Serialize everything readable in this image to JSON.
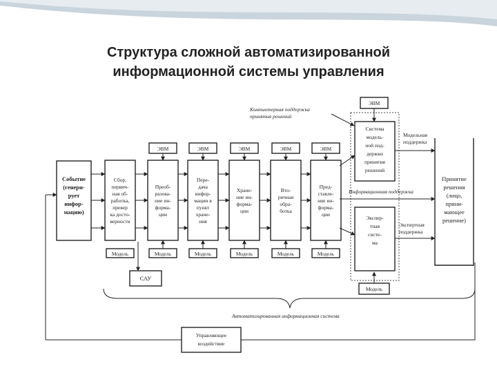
{
  "title": {
    "line1": "Структура сложной автоматизированной",
    "line2": "информационной системы управления"
  },
  "colors": {
    "swoosh": "#c9d4dc",
    "swoosh_light": "#e6ecf0",
    "line": "#222222"
  },
  "diagram": {
    "event_box": [
      "Событие",
      "(генери-",
      "рует",
      "инфор-",
      "мацию)"
    ],
    "stages": [
      {
        "top": "",
        "lines": [
          "Сбор,",
          "первич-",
          "ная об-",
          "работка,",
          "прeвер",
          "ка досто-",
          "верности"
        ],
        "model": ""
      },
      {
        "top": "ЭВМ",
        "lines": [
          "Преоб-",
          "разова-",
          "ние ин-",
          "форма-",
          "ции"
        ],
        "model": "Модель"
      },
      {
        "top": "ЭВМ",
        "lines": [
          "Пере-",
          "дача",
          "инфор-",
          "мации в",
          "пункт",
          "хране-",
          "ния"
        ],
        "model": "Модель"
      },
      {
        "top": "ЭВМ",
        "lines": [
          "Хране-",
          "ние ин-",
          "форма-",
          "ции"
        ],
        "model": "Модель"
      },
      {
        "top": "ЭВМ",
        "lines": [
          "Вто-",
          "ричная",
          "обра-",
          "ботка"
        ],
        "model": "Модель"
      },
      {
        "top": "ЭВМ",
        "lines": [
          "Пред-",
          "ставле-",
          "ние ин-",
          "форма-",
          "ции"
        ],
        "model": "Модель"
      }
    ],
    "first_model": "Модель",
    "cau": "САУ",
    "top_evm": "ЭВМ",
    "decision_support_label": [
      "Компьютерная поддержка",
      "принятия решений"
    ],
    "model_system": [
      "Система",
      "модель-",
      "ной под-",
      "держки",
      "принятия",
      "решений"
    ],
    "expert_system": [
      "Экспер-",
      "тная",
      "систе-",
      "ма"
    ],
    "bottom_model": "Модель",
    "model_support": [
      "Модельная",
      "поддержка"
    ],
    "info_support": "Информационная поддержка",
    "expert_support": [
      "Экспертная",
      "поддержка"
    ],
    "decision": [
      "Принятие",
      "решения",
      "(лицо,",
      "прини-",
      "мающее",
      "решение)"
    ],
    "ais_label": "Автоматизированная информационная система",
    "control_action": [
      "Управляющее",
      "воздействие"
    ]
  }
}
